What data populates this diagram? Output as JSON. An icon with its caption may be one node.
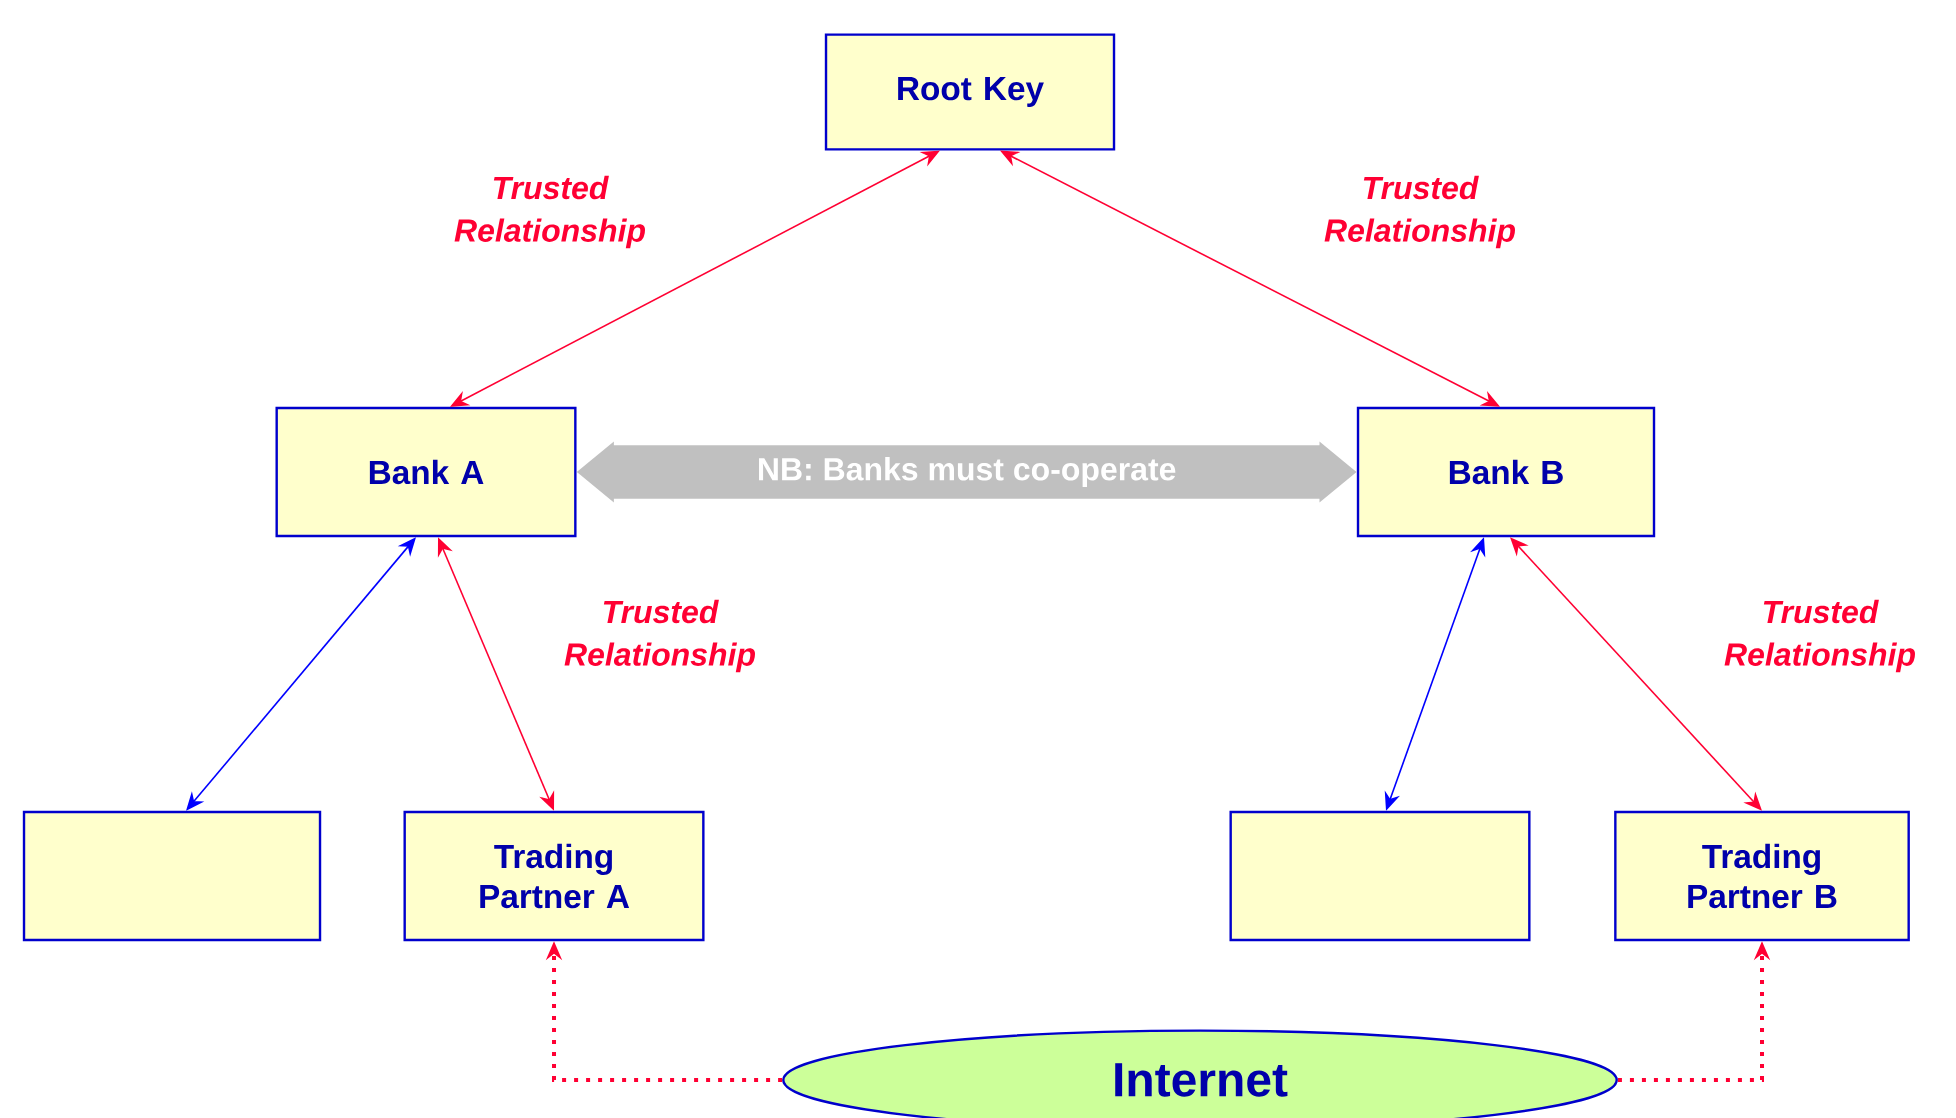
{
  "diagram": {
    "nodes": [
      {
        "text": [
          "Root Key"
        ]
      },
      {
        "text": [
          "Bank A"
        ]
      },
      {
        "text": [
          "Bank B"
        ]
      },
      {
        "text": [],
        "shape": "box"
      },
      {
        "text": [
          "Trading Partner A"
        ]
      },
      {
        "text": [],
        "shape": "box"
      },
      {
        "text": [
          "Trading Partner B"
        ]
      },
      {
        "text": [
          "Internet"
        ]
      }
    ],
    "edges": [
      {
        "from": 0,
        "to": 1,
        "arrow": "both",
        "label": "Trusted Relationship"
      },
      {
        "from": 0,
        "to": 2,
        "arrow": "both",
        "label": "Trusted Relationship"
      },
      {
        "from": 1,
        "to": 3,
        "arrow": "both",
        "color": "#0000ff"
      },
      {
        "from": 1,
        "to": 4,
        "arrow": "both",
        "label": "Trusted Relationship"
      },
      {
        "from": 2,
        "to": 5,
        "arrow": "both",
        "color": "#0000ff"
      },
      {
        "from": 2,
        "to": 6,
        "arrow": "both",
        "label": "Trusted Relationship"
      },
      {
        "from": 7,
        "to": 4,
        "arrow": "to",
        "style": "dashed"
      },
      {
        "from": 7,
        "to": 6,
        "arrow": "to",
        "style": "dashed"
      },
      {
        "from": 1,
        "to": 2,
        "arrow": "both",
        "style": "thick",
        "color": "#c0c0c0",
        "label": "NB: Banks must co-operate"
      }
    ]
  }
}
